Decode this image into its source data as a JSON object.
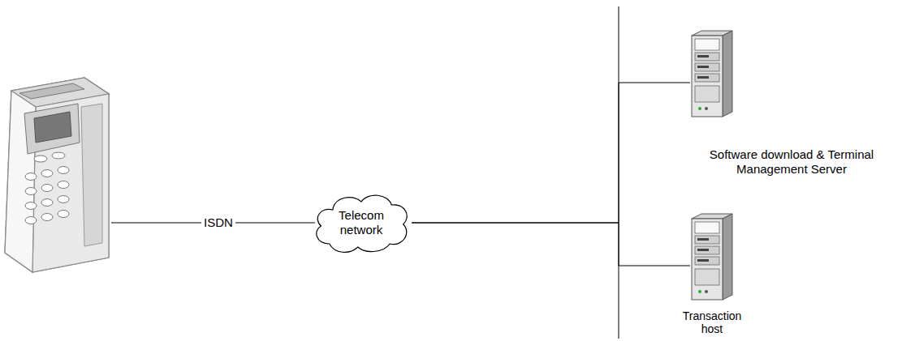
{
  "diagram": {
    "nodes": [
      {
        "text": [
          "Telecom network"
        ]
      },
      {
        "text": [
          "Software download & Terminal Management Server"
        ]
      },
      {
        "text": [
          "Transaction host"
        ]
      }
    ],
    "edges": [
      {
        "from": 0,
        "to": 1,
        "arrow": "none"
      },
      {
        "from": 0,
        "to": 2,
        "arrow": "none"
      }
    ],
    "labels": [
      "ISDN"
    ]
  }
}
